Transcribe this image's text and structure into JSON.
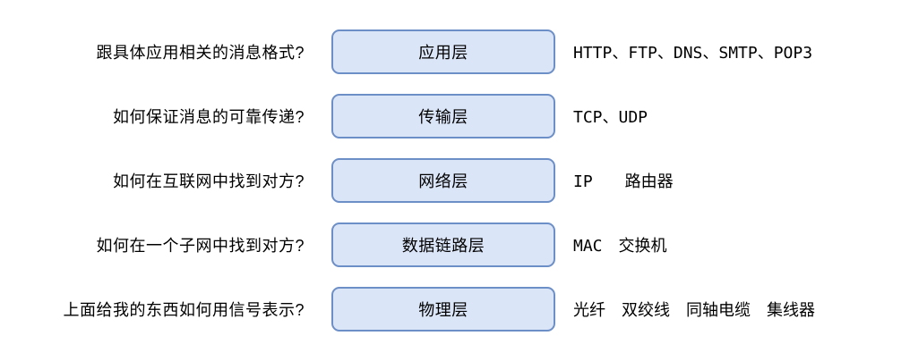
{
  "diagram": {
    "title": "network-layer-model",
    "colors": {
      "background": "#ffffff",
      "box_fill": "#dbe5f8",
      "box_border": "#6d8fc7",
      "text": "#000000"
    },
    "rows": [
      {
        "question": "跟具体应用相关的消息格式?",
        "layer": "应用层",
        "examples": "HTTP、FTP、DNS、SMTP、POP3"
      },
      {
        "question": "如何保证消息的可靠传递?",
        "layer": "传输层",
        "examples": "TCP、UDP"
      },
      {
        "question": "如何在互联网中找到对方?",
        "layer": "网络层",
        "examples": "IP　　路由器"
      },
      {
        "question": "如何在一个子网中找到对方?",
        "layer": "数据链路层",
        "examples": "MAC　交换机"
      },
      {
        "question": "上面给我的东西如何用信号表示?",
        "layer": "物理层",
        "examples": "光纤　双绞线　同轴电缆　集线器"
      }
    ]
  }
}
